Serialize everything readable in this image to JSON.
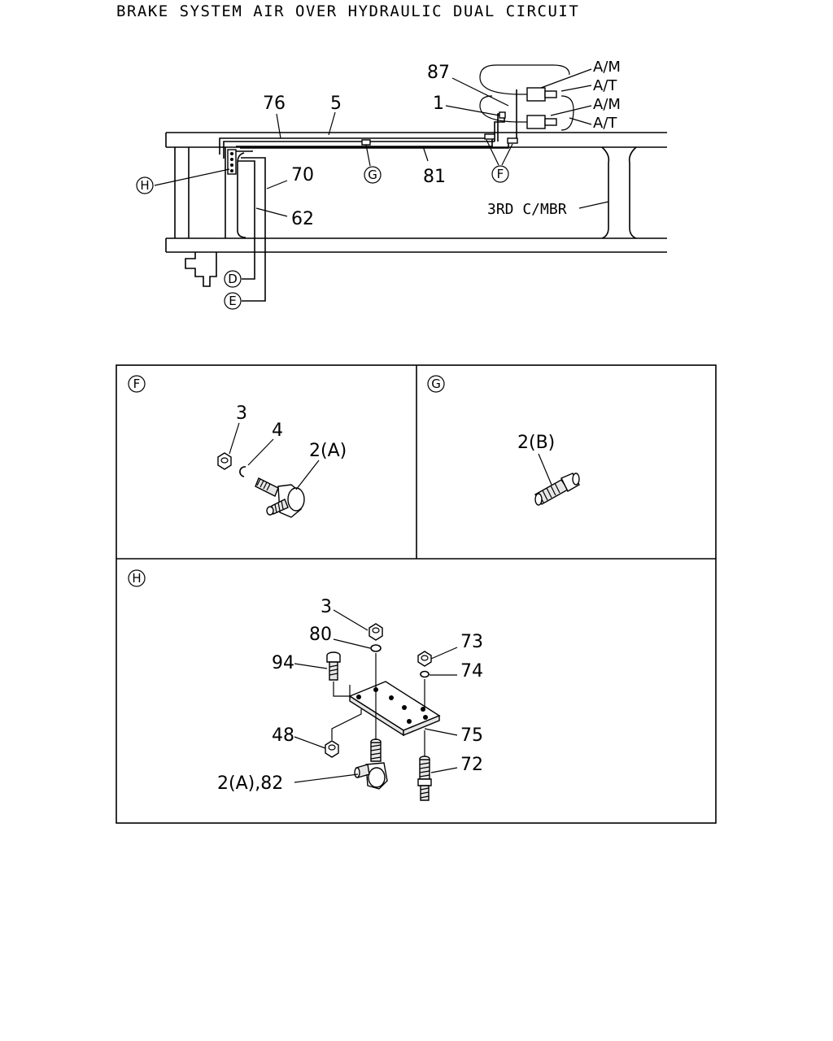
{
  "title": "BRAKE SYSTEM AIR OVER HYDRAULIC DUAL CIRCUIT",
  "main_diagram": {
    "labels": {
      "p87": "87",
      "p1": "1",
      "p76": "76",
      "p5": "5",
      "p70": "70",
      "p62": "62",
      "p81": "81",
      "am1": "A/M",
      "at1": "A/T",
      "am2": "A/M",
      "at2": "A/T",
      "member": "3RD C/MBR"
    },
    "callouts": {
      "h": "H",
      "g": "G",
      "f": "F",
      "d": "D",
      "e": "E"
    }
  },
  "panel_f": {
    "callout": "F",
    "labels": {
      "p3": "3",
      "p4": "4",
      "p2a": "2(A)"
    }
  },
  "panel_g": {
    "callout": "G",
    "labels": {
      "p2b": "2(B)"
    }
  },
  "panel_h": {
    "callout": "H",
    "labels": {
      "p3": "3",
      "p80": "80",
      "p94": "94",
      "p73": "73",
      "p74": "74",
      "p48": "48",
      "p75": "75",
      "p72": "72",
      "p2a82": "2(A),82"
    }
  }
}
